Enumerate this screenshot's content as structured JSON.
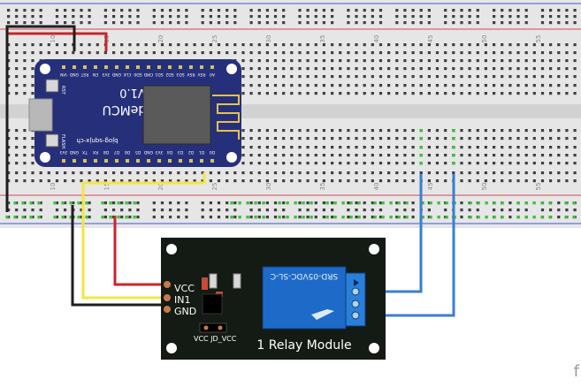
{
  "breadboard": {
    "column_labels": [
      "10",
      "15",
      "20",
      "25",
      "30",
      "35",
      "40",
      "45",
      "50",
      "55"
    ]
  },
  "nodemcu": {
    "title": "NodeMCU",
    "version": "V1.0",
    "url": "bjog-sqnjx-ch",
    "btn_rst": "RST",
    "btn_flash": "FLASH",
    "top_pins": [
      "VIN",
      "GND",
      "RST",
      "EN",
      "3V3",
      "GND",
      "CLK",
      "SD0",
      "CMD",
      "SD1",
      "SD2",
      "SD3",
      "RSV",
      "RSV",
      "A0"
    ],
    "bottom_pins": [
      "3V3",
      "GND",
      "TX",
      "RX",
      "D8",
      "D7",
      "D6",
      "D5",
      "GND",
      "3V3",
      "D4",
      "D3",
      "D2",
      "D1",
      "D0"
    ]
  },
  "relay_module": {
    "label": "1 Relay Module",
    "relay_part": "SRD-05VDC-SL-C",
    "pin_vcc": "VCC",
    "pin_in1": "IN1",
    "pin_gnd": "GND",
    "jumper_label": "VCC  JD_VCC"
  },
  "wires": {
    "colors": {
      "red": "#c8262c",
      "black": "#1e1e1e",
      "yellow": "#f4e542",
      "blue": "#3a7fd0"
    }
  },
  "watermark": "f"
}
